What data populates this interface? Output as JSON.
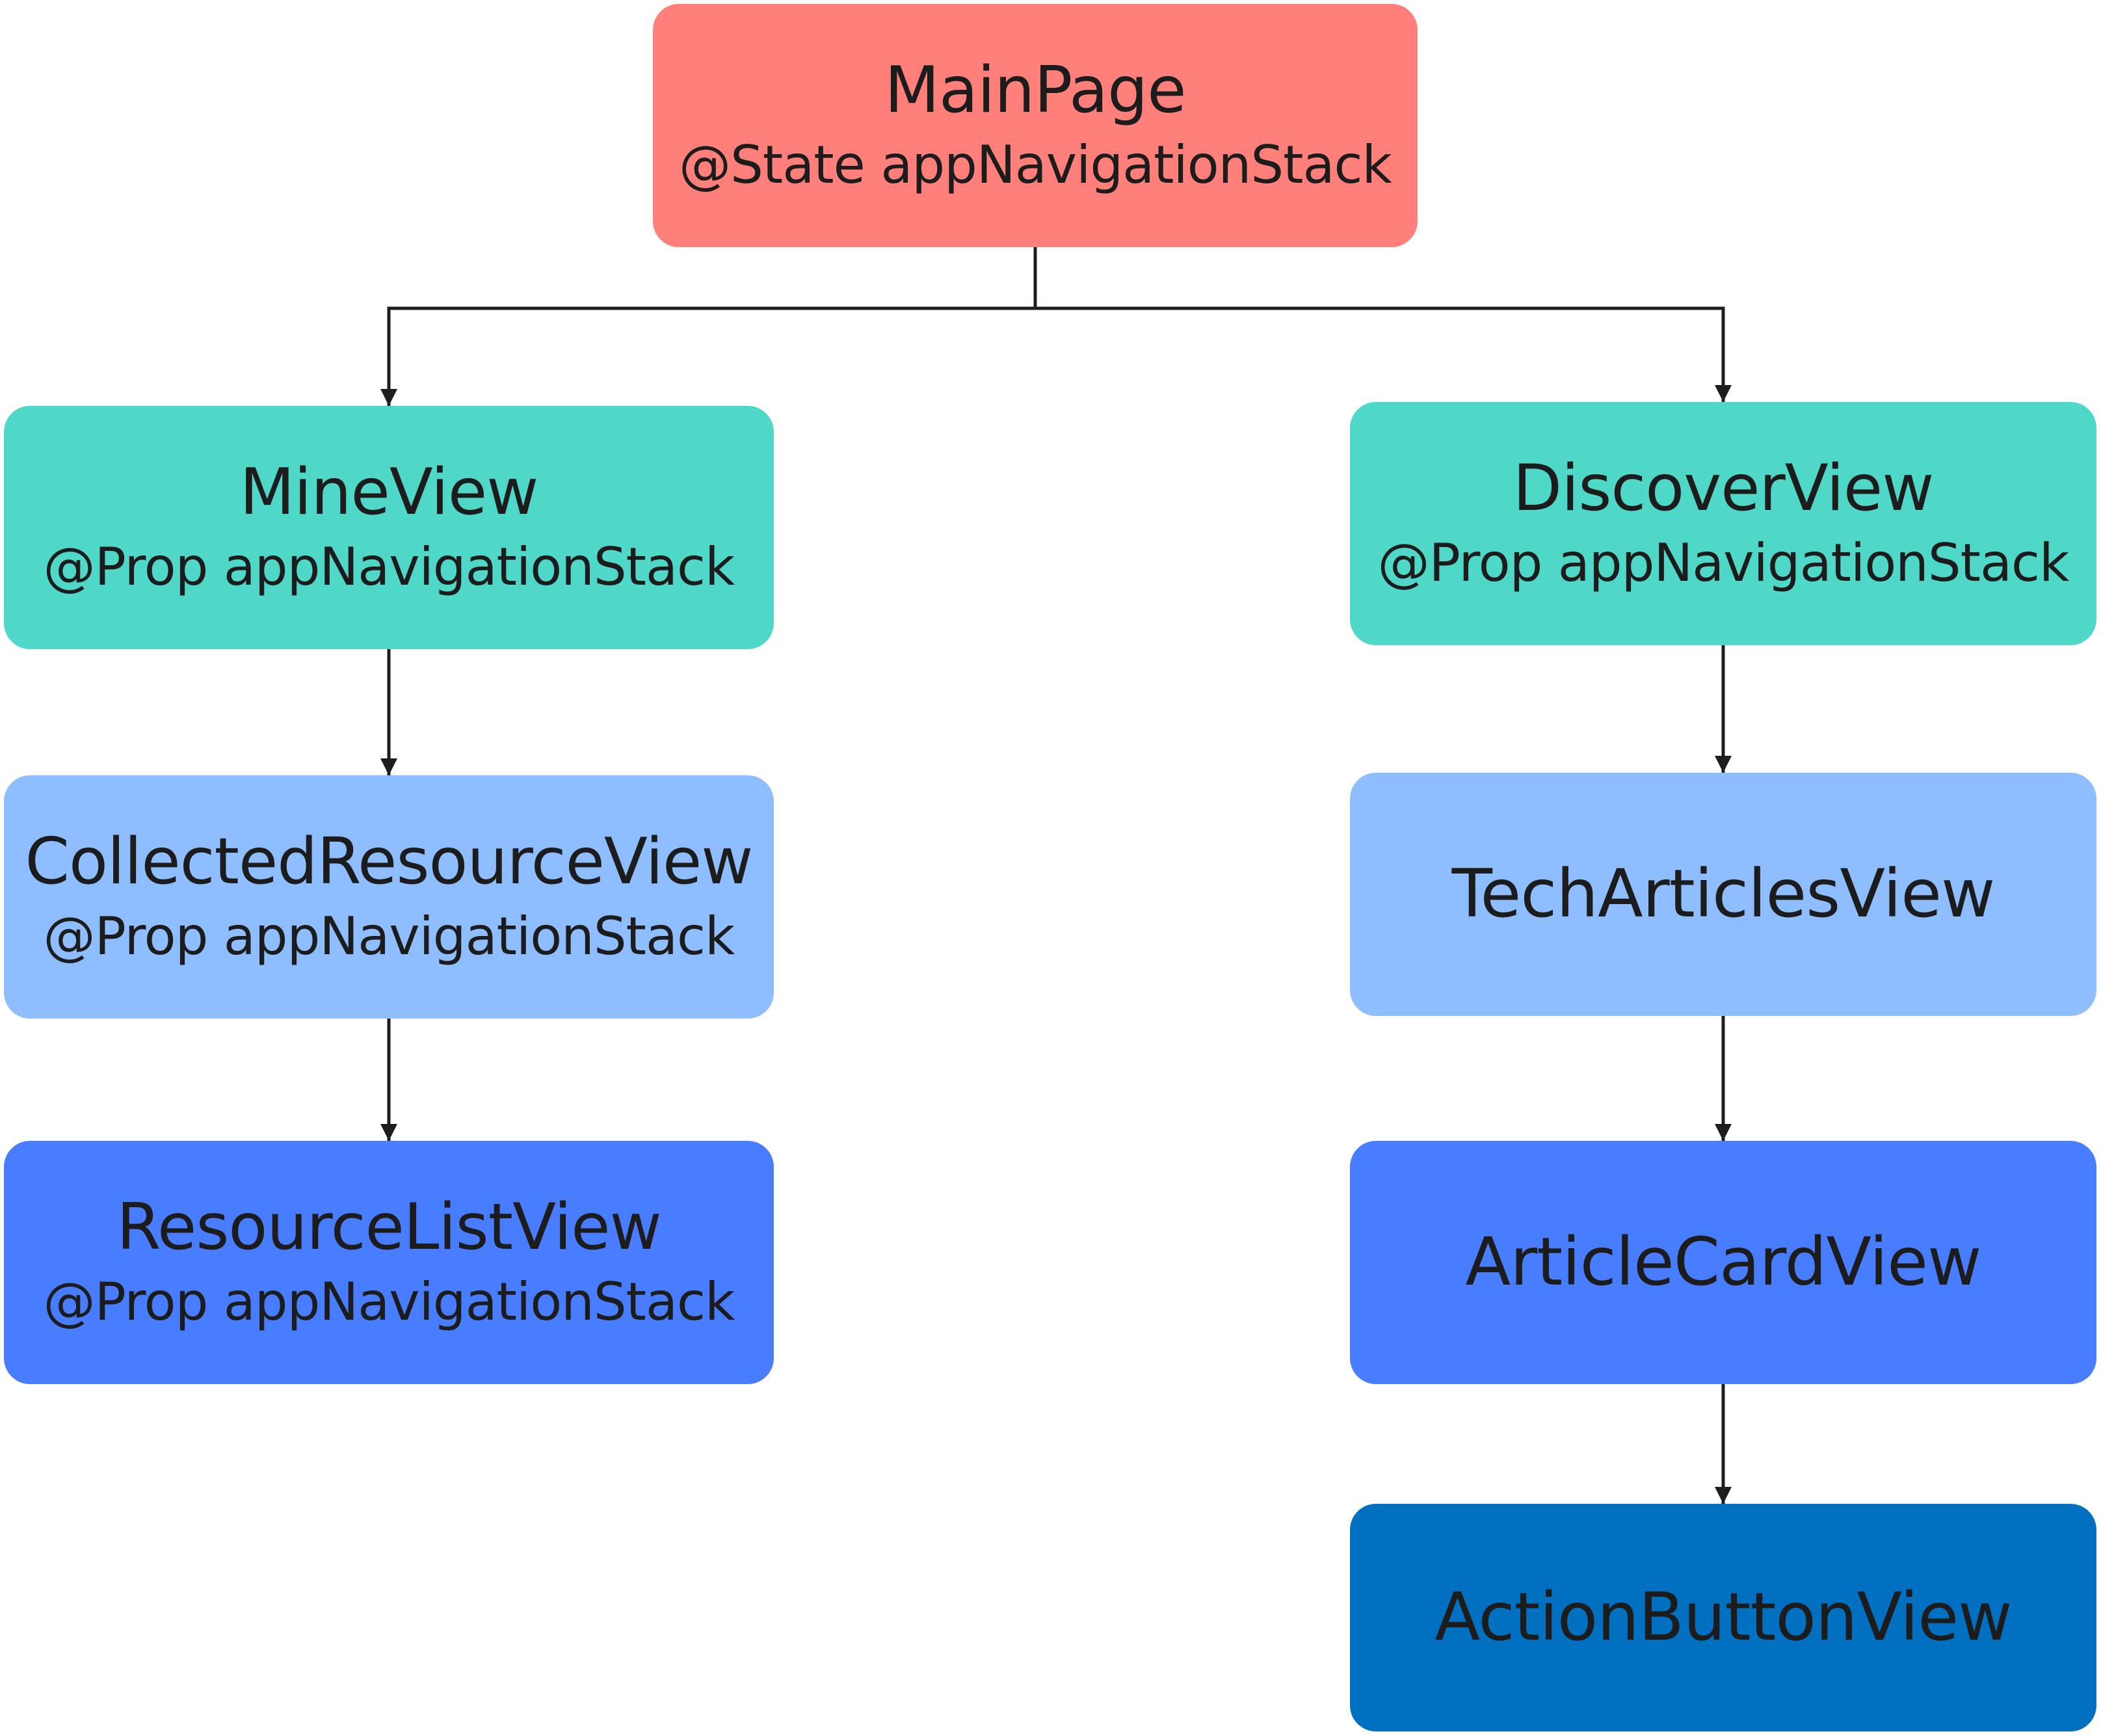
{
  "colors": {
    "root": "#ff7f7a",
    "level1": "#4fd8c7",
    "level2": "#8ebeff",
    "level3": "#497dff",
    "level4": "#0170c1",
    "connector": "#1e1e1e"
  },
  "nodes": {
    "main": {
      "title": "MainPage",
      "subtitle": "@State appNavigationStack"
    },
    "mine": {
      "title": "MineView",
      "subtitle": "@Prop appNavigationStack"
    },
    "collected": {
      "title": "CollectedResourceView",
      "subtitle": "@Prop appNavigationStack"
    },
    "resource_list": {
      "title": "ResourceListView",
      "subtitle": "@Prop appNavigationStack"
    },
    "discover": {
      "title": "DiscoverView",
      "subtitle": "@Prop appNavigationStack"
    },
    "tech_articles": {
      "title": "TechArticlesView"
    },
    "article_card": {
      "title": "ArticleCardView"
    },
    "action_button": {
      "title": "ActionButtonView"
    }
  },
  "edges": [
    {
      "from": "main",
      "to": "mine"
    },
    {
      "from": "main",
      "to": "discover"
    },
    {
      "from": "mine",
      "to": "collected"
    },
    {
      "from": "collected",
      "to": "resource_list"
    },
    {
      "from": "discover",
      "to": "tech_articles"
    },
    {
      "from": "tech_articles",
      "to": "article_card"
    },
    {
      "from": "article_card",
      "to": "action_button"
    }
  ]
}
